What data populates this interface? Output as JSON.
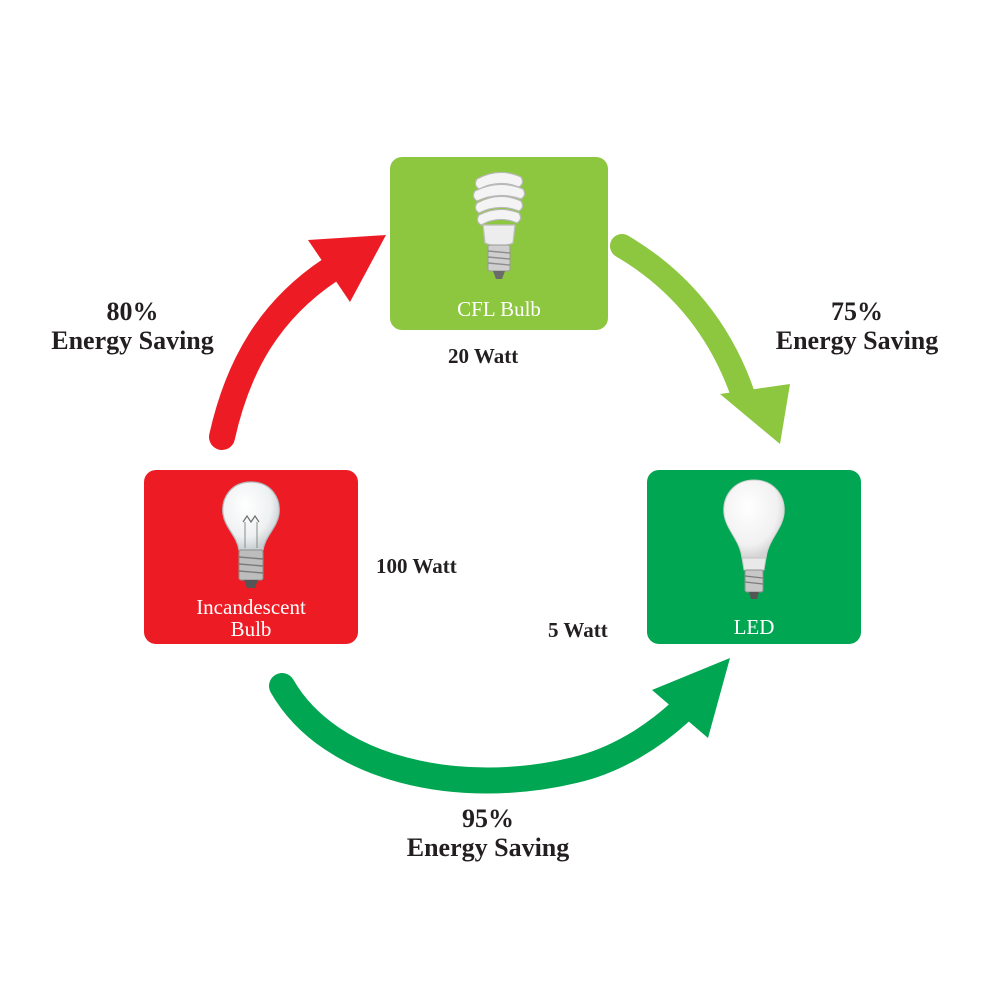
{
  "colors": {
    "red": "#ed1c24",
    "lime": "#8dc63f",
    "green": "#00a651",
    "text": "#231f20"
  },
  "cards": {
    "cfl": {
      "label": "CFL Bulb",
      "watt": "20 Watt",
      "icon": "cfl-bulb-icon"
    },
    "incandescent": {
      "label_line1": "Incandescent",
      "label_line2": "Bulb",
      "watt": "100 Watt",
      "icon": "incandescent-bulb-icon"
    },
    "led": {
      "label": "LED",
      "watt": "5 Watt",
      "icon": "led-bulb-icon"
    }
  },
  "savings": {
    "incandescent_to_cfl": {
      "percent": "80%",
      "text": "Energy Saving"
    },
    "cfl_to_led": {
      "percent": "75%",
      "text": "Energy Saving"
    },
    "incandescent_to_led": {
      "percent": "95%",
      "text": "Energy Saving"
    }
  }
}
